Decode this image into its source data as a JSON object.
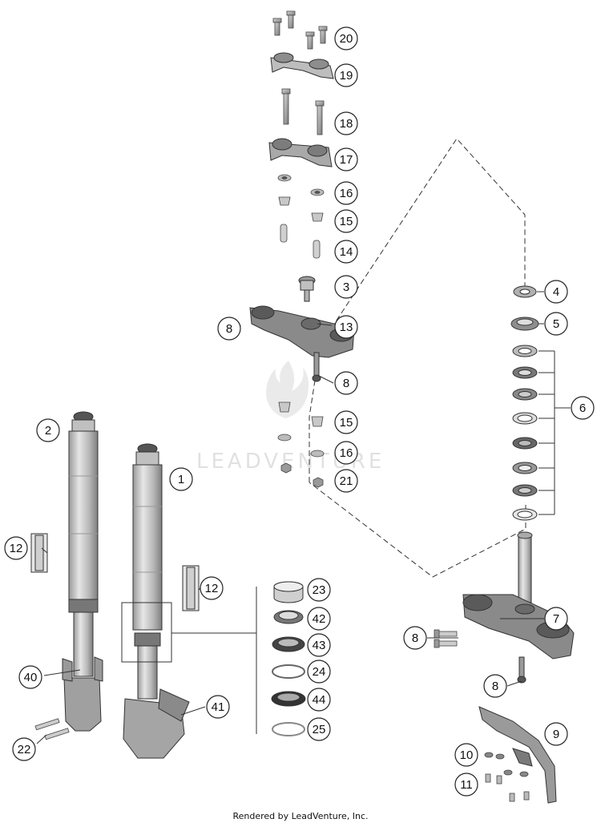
{
  "watermark": "LEADVENTURE",
  "footer": "Rendered by LeadVenture, Inc.",
  "callouts": [
    {
      "id": "c20",
      "label": "20"
    },
    {
      "id": "c19",
      "label": "19"
    },
    {
      "id": "c18",
      "label": "18"
    },
    {
      "id": "c17",
      "label": "17"
    },
    {
      "id": "c16a",
      "label": "16"
    },
    {
      "id": "c15a",
      "label": "15"
    },
    {
      "id": "c14",
      "label": "14"
    },
    {
      "id": "c3",
      "label": "3"
    },
    {
      "id": "c13",
      "label": "13"
    },
    {
      "id": "c8a",
      "label": "8"
    },
    {
      "id": "c8b",
      "label": "8"
    },
    {
      "id": "c15b",
      "label": "15"
    },
    {
      "id": "c16b",
      "label": "16"
    },
    {
      "id": "c21",
      "label": "21"
    },
    {
      "id": "c4",
      "label": "4"
    },
    {
      "id": "c5",
      "label": "5"
    },
    {
      "id": "c6",
      "label": "6"
    },
    {
      "id": "c7",
      "label": "7"
    },
    {
      "id": "c8c",
      "label": "8"
    },
    {
      "id": "c8d",
      "label": "8"
    },
    {
      "id": "c9",
      "label": "9"
    },
    {
      "id": "c10",
      "label": "10"
    },
    {
      "id": "c11",
      "label": "11"
    },
    {
      "id": "c2",
      "label": "2"
    },
    {
      "id": "c1",
      "label": "1"
    },
    {
      "id": "c12a",
      "label": "12"
    },
    {
      "id": "c12b",
      "label": "12"
    },
    {
      "id": "c23",
      "label": "23"
    },
    {
      "id": "c42",
      "label": "42"
    },
    {
      "id": "c43",
      "label": "43"
    },
    {
      "id": "c24",
      "label": "24"
    },
    {
      "id": "c44",
      "label": "44"
    },
    {
      "id": "c25",
      "label": "25"
    },
    {
      "id": "c40",
      "label": "40"
    },
    {
      "id": "c41",
      "label": "41"
    },
    {
      "id": "c22",
      "label": "22"
    }
  ]
}
